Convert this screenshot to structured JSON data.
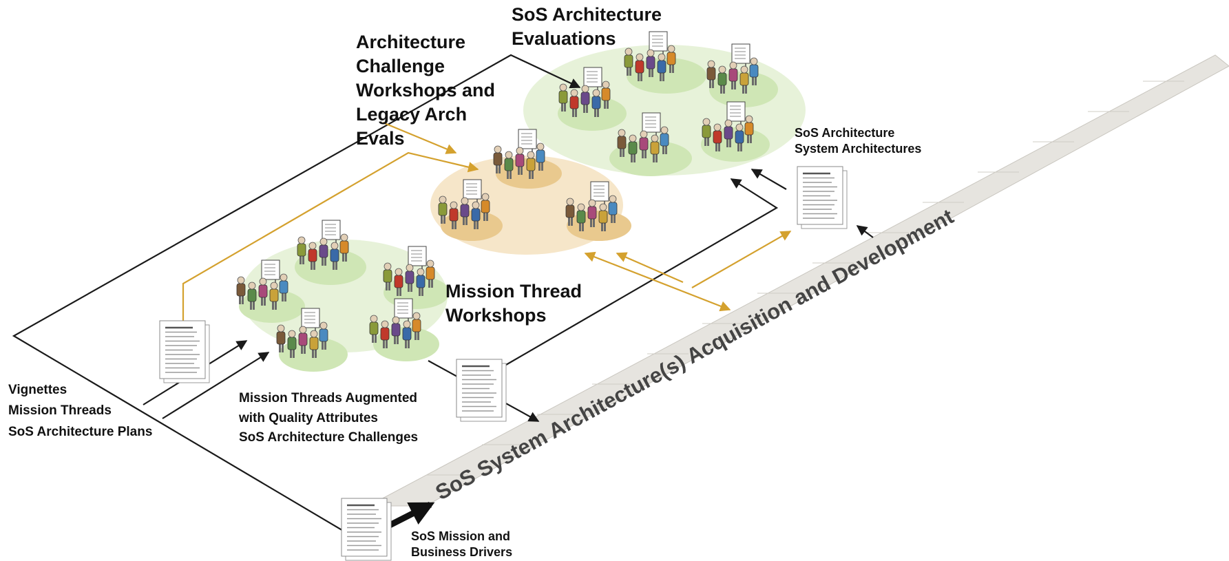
{
  "labels": {
    "sos_arch_evals": "SoS Architecture\nEvaluations",
    "arch_challenge": "Architecture\nChallenge\nWorkshops and\nLegacy Arch\nEvals",
    "mission_thread_ws": "Mission Thread\nWorkshops",
    "sos_sys_arch": "SoS Architecture\nSystem Architectures",
    "vignettes": "Vignettes",
    "mission_threads": "Mission Threads",
    "sos_arch_plans": "SoS Architecture Plans",
    "mt_augmented": "Mission Threads Augmented\nwith Quality Attributes",
    "sos_arch_challenges": "SoS Architecture Challenges",
    "sos_mission_drivers": "SoS Mission and\nBusiness Drivers",
    "road_title": "SoS System Architecture(s) Acquisition and Development"
  },
  "colors": {
    "green_circle": "#cfe6b5",
    "green_disc": "#e7f2d9",
    "orange_circle": "#e9c98e",
    "orange_disc": "#f6e6c9",
    "orange_line": "#d4a12e",
    "black_line": "#1a1a1a",
    "road": "#e6e4df"
  }
}
